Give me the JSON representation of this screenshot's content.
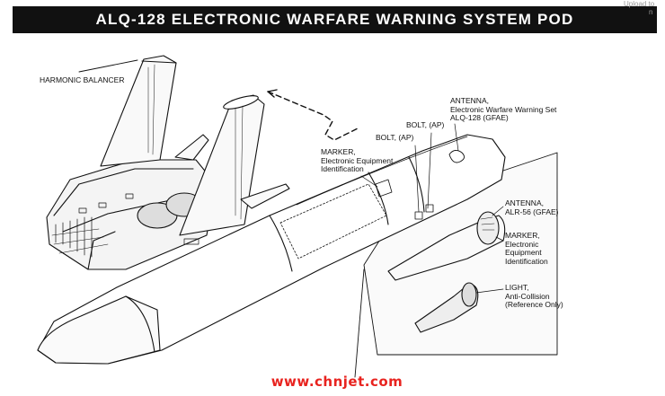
{
  "title": "ALQ-128 ELECTRONIC WARFARE WARNING SYSTEM POD",
  "corner_note": [
    "Upload to",
    "n"
  ],
  "labels": {
    "harmonic_balancer": "HARMONIC BALANCER",
    "antenna_alq": [
      "ANTENNA,",
      "Electronic Warfare Warning Set",
      "ALQ-128 (GFAE)"
    ],
    "bolt_ap_upper": "BOLT, (AP)",
    "bolt_ap_lower": "BOLT, (AP)",
    "marker_left": [
      "MARKER,",
      "Electronic Equipment",
      "Identification"
    ],
    "antenna_alr": [
      "ANTENNA,",
      "ALR-56 (GFAE)"
    ],
    "marker_right": [
      "MARKER,",
      "Electronic",
      "Equipment",
      "Identification"
    ],
    "light": [
      "LIGHT,",
      "Anti-Collision",
      "(Reference Only)"
    ]
  },
  "watermark": "www.chnjet.com"
}
